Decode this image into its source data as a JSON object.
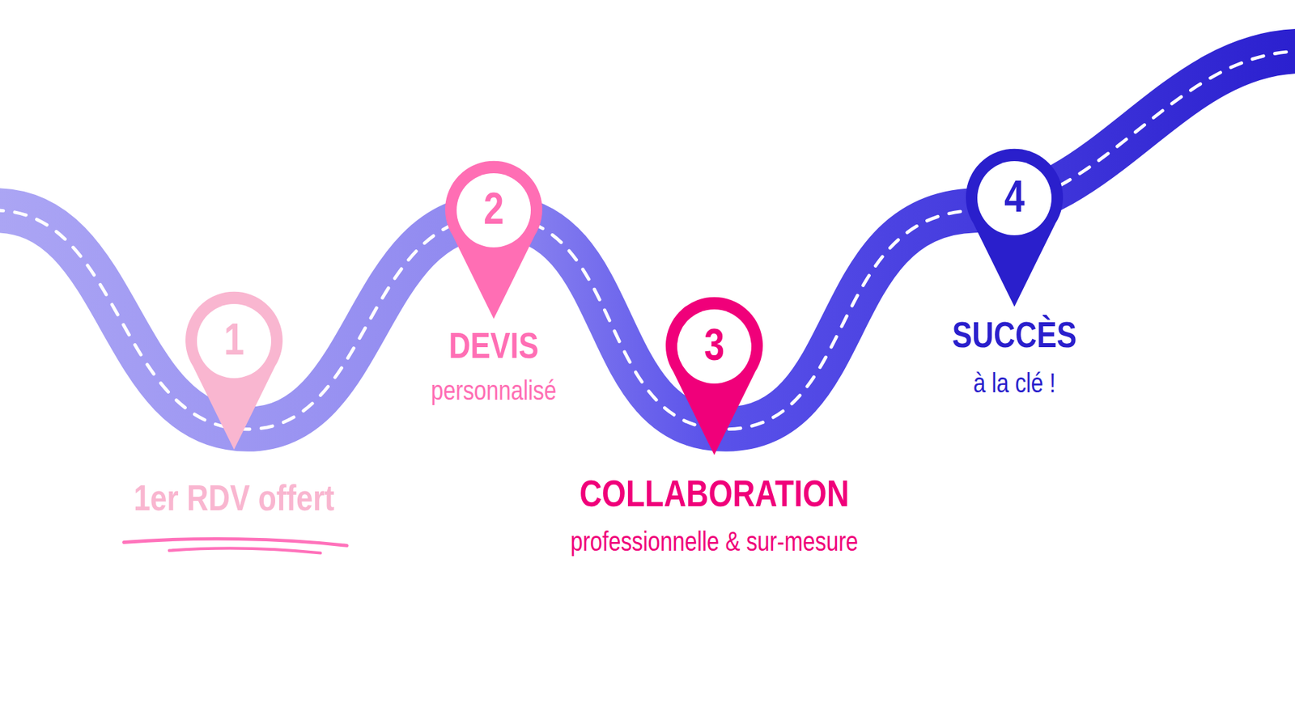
{
  "diagram": {
    "nodes": [
      {
        "text": [
          "1",
          "1er RDV offert"
        ]
      },
      {
        "text": [
          "2",
          "DEVIS",
          "personnalisé"
        ]
      },
      {
        "text": [
          "3",
          "COLLABORATION",
          "professionnelle & sur-mesure"
        ]
      },
      {
        "text": [
          "4",
          "SUCCÈS",
          "à la clé !"
        ]
      }
    ]
  }
}
